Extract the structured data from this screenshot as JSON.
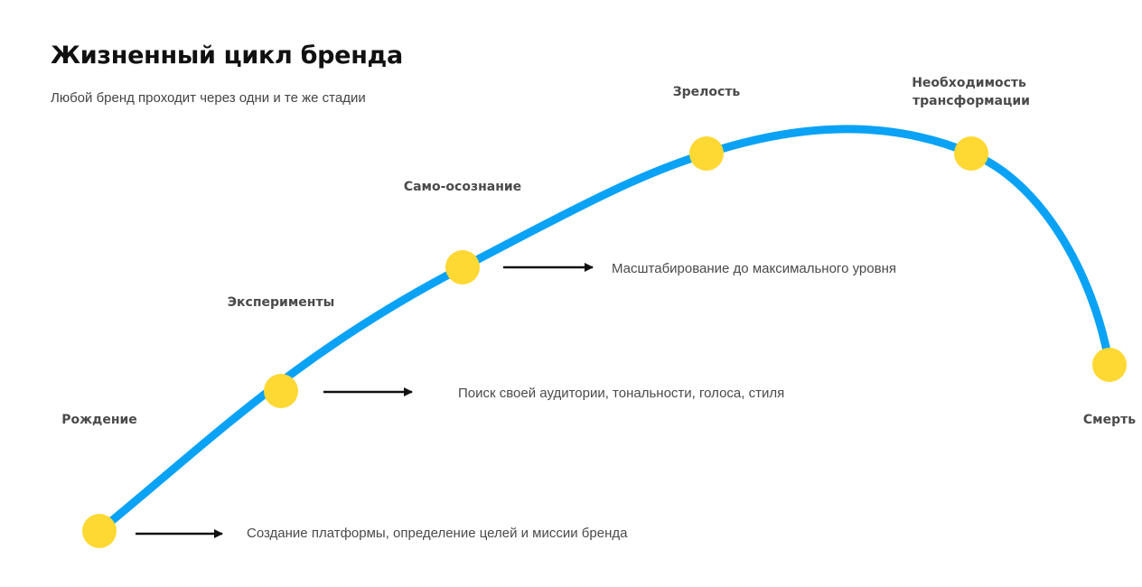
{
  "header": {
    "title": "Жизненный цикл бренда",
    "subtitle": "Любой бренд проходит через одни и те же стадии"
  },
  "colors": {
    "curve": "#0aa2f5",
    "node": "#fed833",
    "arrow": "#111111",
    "label": "#4a4a4a"
  },
  "stages": [
    {
      "name": "Рождение"
    },
    {
      "name": "Эксперименты"
    },
    {
      "name": "Само-осознание"
    },
    {
      "name": "Зрелость"
    },
    {
      "name": "Необходимость",
      "name_line2": "трансформации"
    },
    {
      "name": "Смерть"
    }
  ],
  "descriptions": [
    {
      "text": "Создание платформы, определение целей и миссии бренда"
    },
    {
      "text": "Поиск своей аудитории, тональности, голоса, стиля"
    },
    {
      "text": "Масштабирование до максимального уровня"
    }
  ]
}
